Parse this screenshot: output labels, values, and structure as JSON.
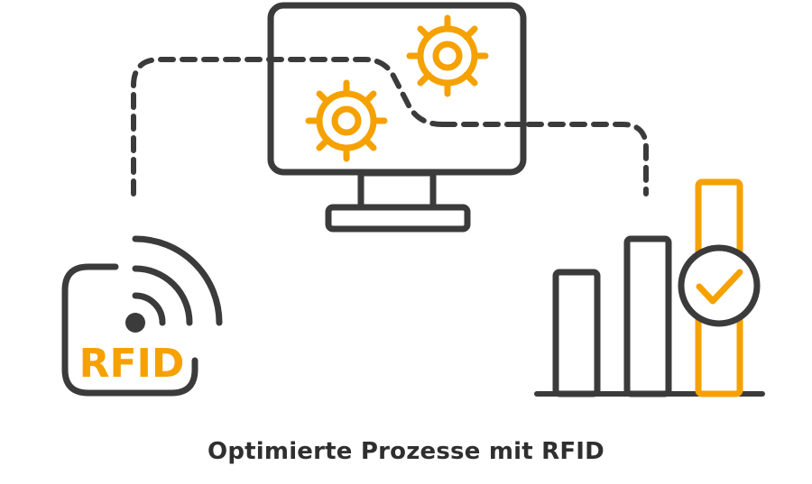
{
  "caption": "Optimierte Prozesse mit RFID",
  "rfid_tag": {
    "label": "RFID"
  },
  "icons": {
    "tag": "rfid-tag-icon",
    "signal": "wireless-signal-icon",
    "monitor": "monitor-icon",
    "gears": "gear-icon",
    "chart": "bar-chart-icon",
    "check": "checkmark-icon",
    "connector": "dashed-connector-line"
  },
  "colors": {
    "dark": "#3b3b3b",
    "accent": "#f5a100",
    "background": "#ffffff"
  }
}
